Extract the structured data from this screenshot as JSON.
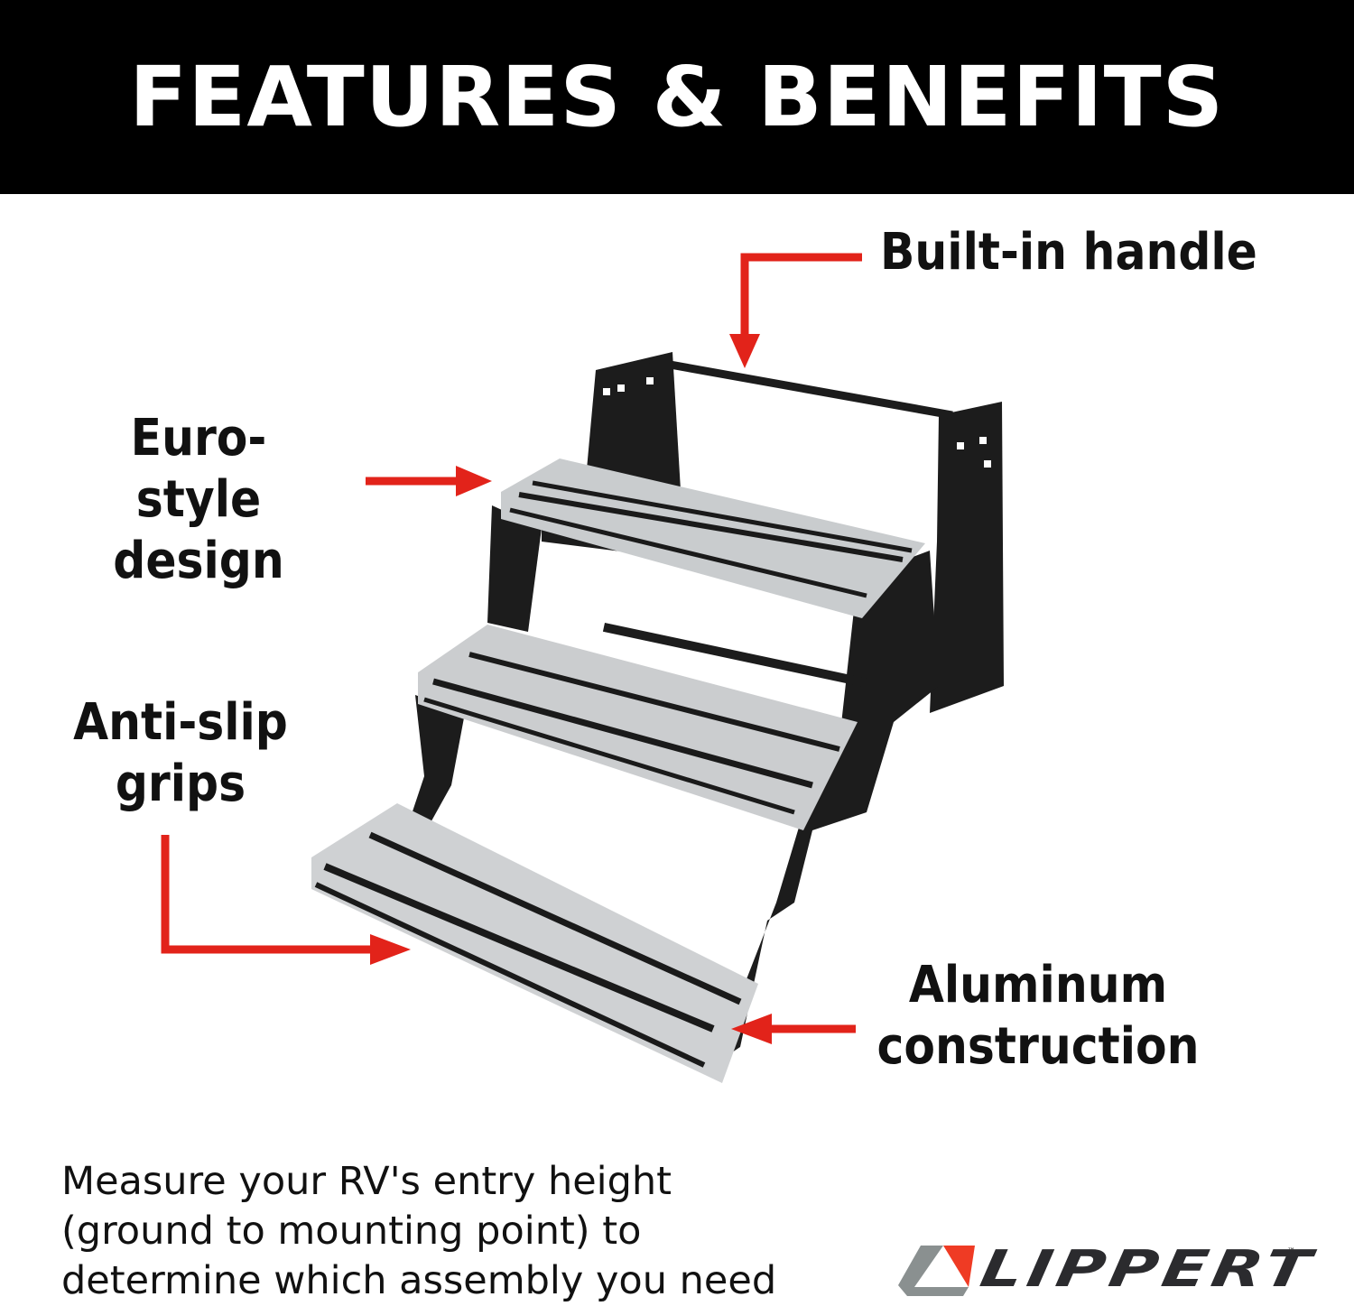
{
  "header": {
    "title": "FEATURES & BENEFITS"
  },
  "callouts": {
    "handle": "Built-in handle",
    "euro": [
      "Euro-style",
      "design"
    ],
    "antislip": [
      "Anti-slip",
      "grips"
    ],
    "aluminum": [
      "Aluminum",
      "construction"
    ]
  },
  "note": [
    "Measure your RV's entry height",
    "(ground to mounting point) to",
    "determine which assembly you need"
  ],
  "logo": {
    "text": "LIPPERT",
    "tm": "™"
  },
  "colors": {
    "accent": "#e2231a",
    "header_bg": "#000000",
    "logo_red": "#ef3b24",
    "logo_gray": "#8a9090"
  }
}
